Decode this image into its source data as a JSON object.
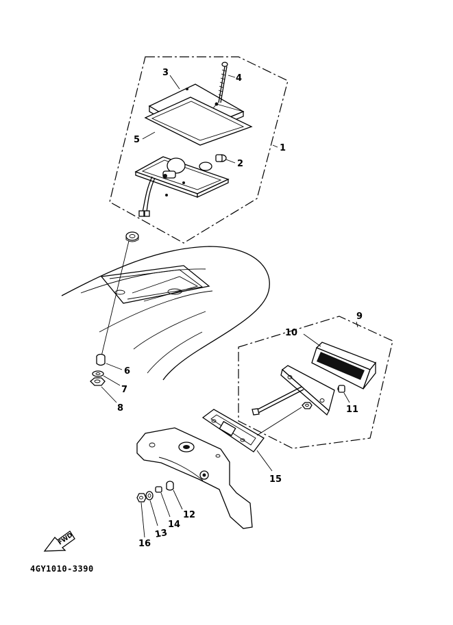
{
  "diagram": {
    "reference_code": "4GY1010-3390",
    "fwd_label": "FWD",
    "callouts": {
      "c1": "1",
      "c2": "2",
      "c3": "3",
      "c4": "4",
      "c5": "5",
      "c6": "6",
      "c7": "7",
      "c8": "8",
      "c9": "9",
      "c10": "10",
      "c11": "11",
      "c12": "12",
      "c13": "13",
      "c14": "14",
      "c15": "15",
      "c16": "16"
    }
  }
}
